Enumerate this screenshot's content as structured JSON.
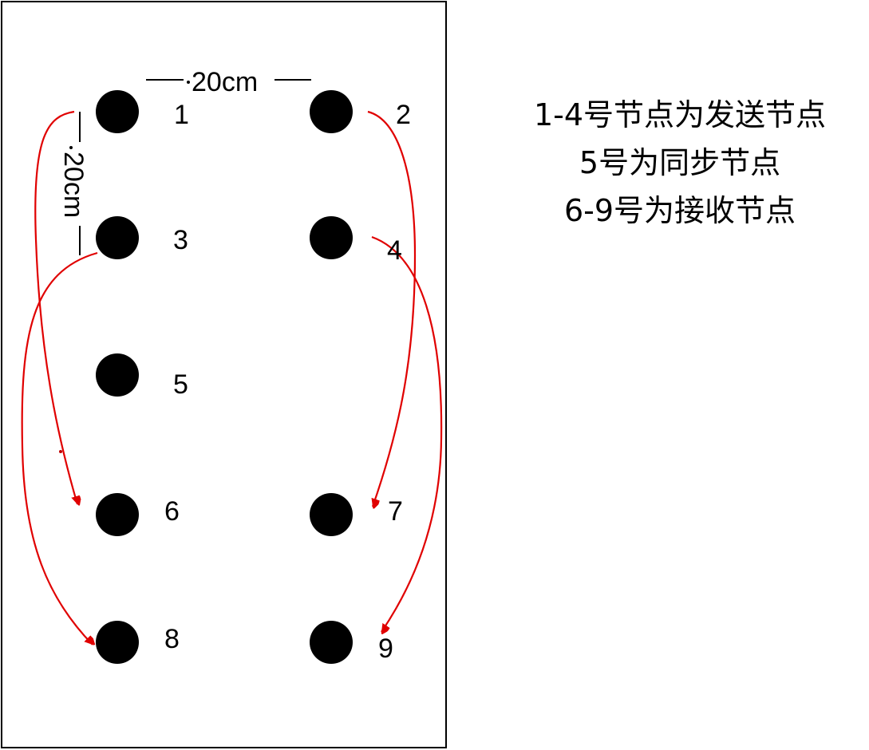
{
  "dimensions": {
    "horizontal_label": "20cm",
    "vertical_label": "20cm"
  },
  "nodes": [
    {
      "id": "1",
      "label": "1",
      "role": "send"
    },
    {
      "id": "2",
      "label": "2",
      "role": "send"
    },
    {
      "id": "3",
      "label": "3",
      "role": "send"
    },
    {
      "id": "4",
      "label": "4",
      "role": "send"
    },
    {
      "id": "5",
      "label": "5",
      "role": "sync"
    },
    {
      "id": "6",
      "label": "6",
      "role": "receive"
    },
    {
      "id": "7",
      "label": "7",
      "role": "receive"
    },
    {
      "id": "8",
      "label": "8",
      "role": "receive"
    },
    {
      "id": "9",
      "label": "9",
      "role": "receive"
    }
  ],
  "edges": [
    {
      "from": "1",
      "to": "6"
    },
    {
      "from": "2",
      "to": "7"
    },
    {
      "from": "3",
      "to": "8"
    },
    {
      "from": "4",
      "to": "9"
    }
  ],
  "legend": {
    "line1": "1-4号节点为发送节点",
    "line2": "5号为同步节点",
    "line3": "6-9号为接收节点"
  },
  "colors": {
    "node": "#000000",
    "arrow": "#e00000",
    "border": "#000000"
  }
}
